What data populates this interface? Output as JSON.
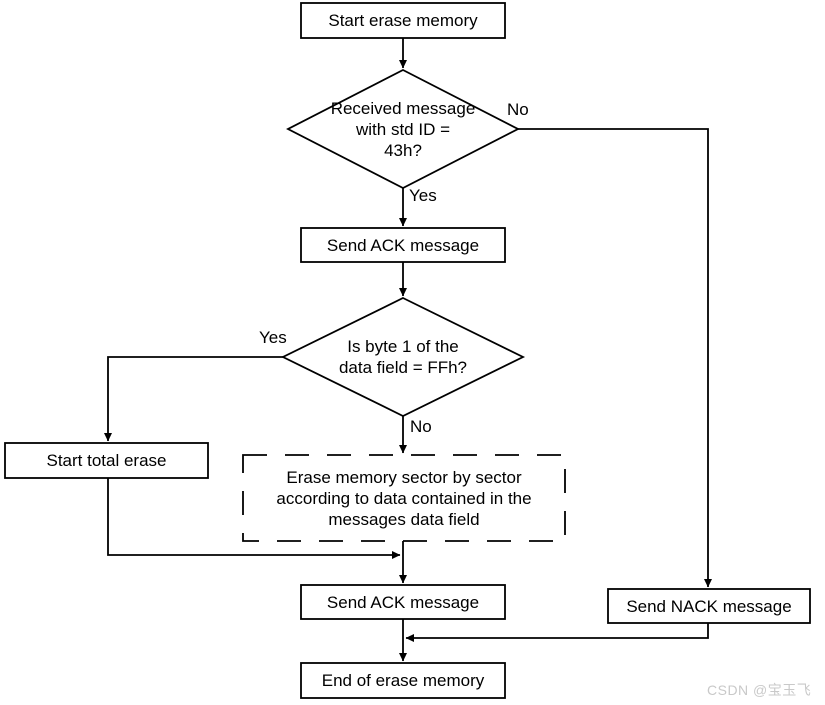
{
  "diagram": {
    "title": "Erase memory flowchart",
    "stroke_color": "#000000",
    "background_color": "#ffffff",
    "nodes": {
      "start": {
        "label": "Start erase memory",
        "shape": "rectangle"
      },
      "decision_std_id": {
        "label": "Received message\nwith std ID =\n43h?",
        "shape": "diamond"
      },
      "send_ack_1": {
        "label": "Send ACK message",
        "shape": "rectangle"
      },
      "decision_byte1": {
        "label": "Is byte 1 of the\ndata field = FFh?",
        "shape": "diamond"
      },
      "start_total_erase": {
        "label": "Start total erase",
        "shape": "rectangle"
      },
      "erase_sector": {
        "label": "Erase memory sector by sector\naccording to data contained in the\nmessages data field",
        "shape": "dashed-rectangle"
      },
      "send_ack_2": {
        "label": "Send ACK message",
        "shape": "rectangle"
      },
      "send_nack": {
        "label": "Send NACK message",
        "shape": "rectangle"
      },
      "end": {
        "label": "End of erase memory",
        "shape": "rectangle"
      }
    },
    "edge_labels": {
      "std_id_no": "No",
      "std_id_yes": "Yes",
      "byte1_yes": "Yes",
      "byte1_no": "No"
    }
  },
  "watermark": {
    "text": "CSDN @宝玉飞"
  }
}
